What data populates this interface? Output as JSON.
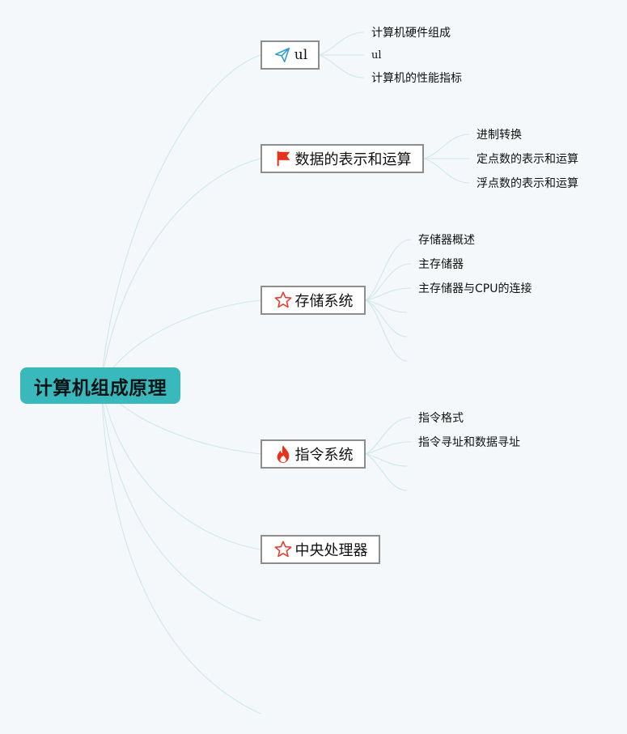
{
  "root": {
    "label": "计算机组成原理"
  },
  "topics": [
    {
      "id": "ul",
      "label": "ul",
      "icon": "paper-plane-icon",
      "children": [
        "计算机硬件组成",
        "ul",
        "计算机的性能指标"
      ]
    },
    {
      "id": "data",
      "label": "数据的表示和运算",
      "icon": "red-flag-icon",
      "children": [
        "进制转换",
        "定点数的表示和运算",
        "浮点数的表示和运算"
      ]
    },
    {
      "id": "storage",
      "label": "存储系统",
      "icon": "star-outline-icon",
      "children": [
        "存储器概述",
        "主存储器",
        "主存储器与CPU的连接"
      ]
    },
    {
      "id": "instruction",
      "label": "指令系统",
      "icon": "fire-icon",
      "children": [
        "指令格式",
        "指令寻址和数据寻址"
      ]
    },
    {
      "id": "cpu",
      "label": "中央处理器",
      "icon": "star-outline-icon",
      "children": []
    }
  ],
  "colors": {
    "background": "#f4f8fa",
    "root_fill": "#3ab9bd",
    "link_stroke": "#cfe8ea",
    "topic_border": "#8d8d8d",
    "plane_icon": "#2e9bd6",
    "flag_icon": "#e8321b",
    "star_icon": "#e53d2f",
    "fire_icon": "#e8321b"
  }
}
